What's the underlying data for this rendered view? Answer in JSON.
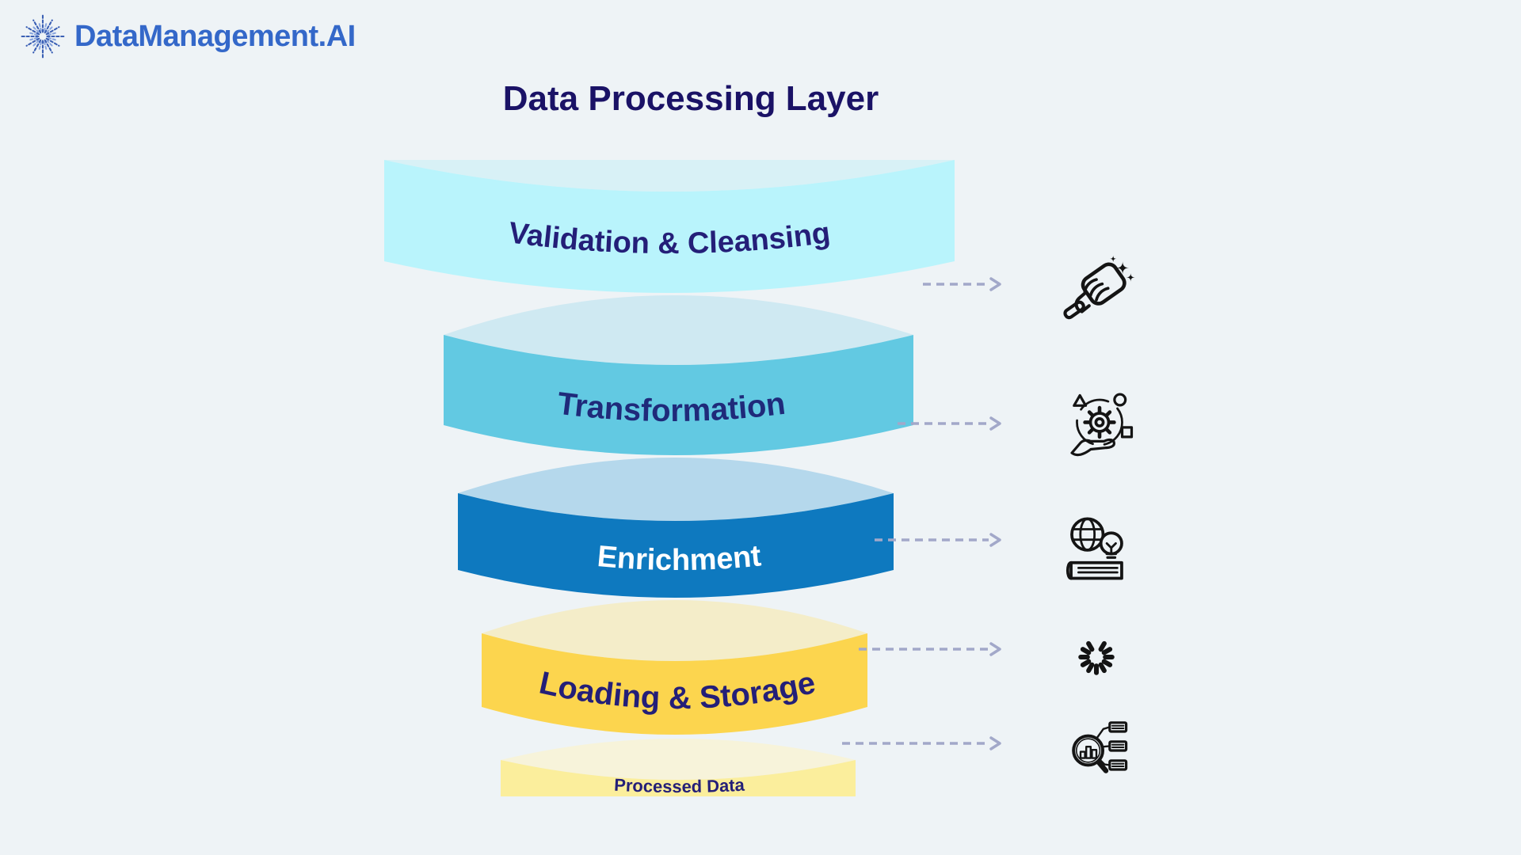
{
  "logo": {
    "text": "DataManagement.AI"
  },
  "title": "Data Processing Layer",
  "funnel": {
    "layers": [
      {
        "label": "Validation & Cleansing",
        "body_color": "#b9f4fc",
        "top_color": "#d8f1f6",
        "text_color": "#241f78",
        "icon": "cleaning-hand-icon"
      },
      {
        "label": "Transformation",
        "body_color": "#62c9e2",
        "top_color": "#cfe9f2",
        "text_color": "#1f2a7a",
        "icon": "transform-gear-hand-icon"
      },
      {
        "label": "Enrichment",
        "body_color": "#0e79bf",
        "top_color": "#b5d8ec",
        "text_color": "#ffffff",
        "icon": "knowledge-globe-bulb-book-icon"
      },
      {
        "label": "Loading & Storage",
        "body_color": "#fcd54e",
        "top_color": "#f4edc9",
        "text_color": "#241f78",
        "icon": "loading-spinner-icon"
      },
      {
        "label": "Processed Data",
        "body_color": "#fbee9c",
        "top_color": "#f7f3da",
        "text_color": "#241f78",
        "icon": "search-analytics-icon"
      }
    ]
  },
  "icons": [
    "cleaning-hand-icon",
    "transform-gear-hand-icon",
    "knowledge-globe-bulb-book-icon",
    "loading-spinner-icon",
    "search-analytics-icon"
  ],
  "colors": {
    "background": "#eef3f6",
    "arrow": "#a2a8c9",
    "icon_stroke": "#141414",
    "title_color": "#1a1266",
    "logo_color": "#3468c9"
  }
}
